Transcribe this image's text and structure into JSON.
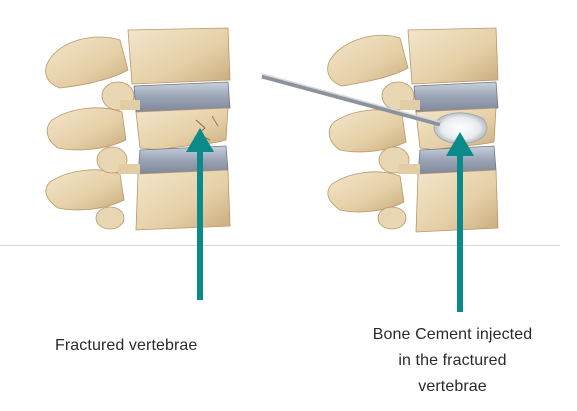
{
  "labels": {
    "left": "Fractured vertebrae",
    "right_line1": "Bone Cement injected",
    "right_line2": "in the fractured",
    "right_line3": "vertebrae"
  },
  "colors": {
    "arrow": "#0a8a88",
    "bone": "#ead7b4",
    "bone_shadow": "#c8ad82",
    "disc": "#9aa4b5",
    "disc_light": "#c7ceda",
    "cement": "#f2f4f6",
    "needle": "#9aa0a8"
  }
}
